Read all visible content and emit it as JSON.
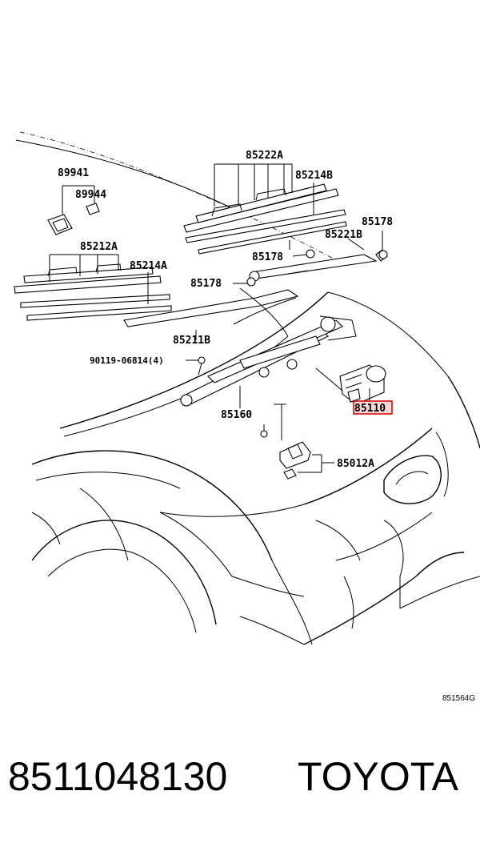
{
  "diagram": {
    "diagram_code": "851564G",
    "callouts": {
      "c85222A": "85222A",
      "c85214B": "85214B",
      "c89941": "89941",
      "c89944": "89944",
      "c85178a": "85178",
      "c85221B": "85221B",
      "c85212A": "85212A",
      "c85214A": "85214A",
      "c85178b": "85178",
      "c85178c": "85178",
      "c85211B": "85211B",
      "c90119": "90119-06814(4)",
      "c85160": "85160",
      "c85110": "85110",
      "c85012A": "85012A"
    },
    "highlight_color": "#d40000"
  },
  "footer": {
    "part_number": "8511048130",
    "brand": "TOYOTA"
  }
}
